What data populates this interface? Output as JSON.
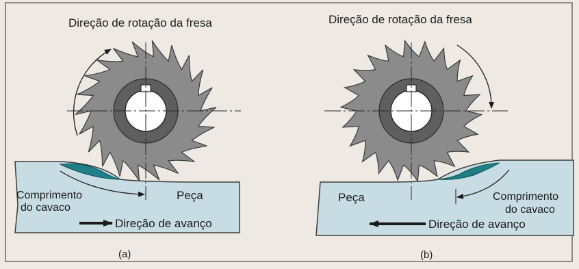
{
  "panel_a": {
    "rotation_label": "Direção de rotação da fresa",
    "chip_length_label_line1": "Comprimento",
    "chip_length_label_line2": "do cavaco",
    "workpiece_label": "Peça",
    "feed_label": "Direção de avanço",
    "caption": "(a)"
  },
  "panel_b": {
    "rotation_label": "Direção de rotação da fresa",
    "chip_length_label_line1": "Comprimento",
    "chip_length_label_line2": "do cavaco",
    "workpiece_label": "Peça",
    "feed_label": "Direção de avanço",
    "caption": "(b)"
  },
  "colors": {
    "background": "#eeeae3",
    "workpiece": "#c7dde3",
    "chip": "#1f7f86",
    "cutter": "#8b8b8b",
    "hub": "#5f5f5f"
  }
}
